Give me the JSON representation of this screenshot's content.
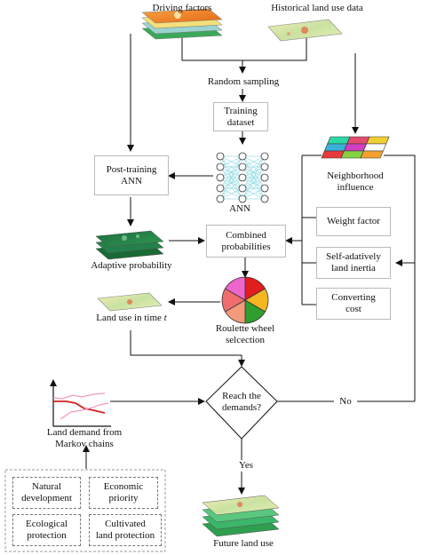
{
  "inputs": {
    "driving_factors": "Driving factors",
    "historical_land_use": "Historical land use data"
  },
  "process": {
    "random_sampling": "Random sampling",
    "training_dataset_line1": "Training",
    "training_dataset_line2": "dataset",
    "ann": "ANN",
    "post_training_line1": "Post-training",
    "post_training_line2": "ANN",
    "adaptive_probability": "Adaptive probability",
    "combined_line1": "Combined",
    "combined_line2": "probabilities",
    "neighborhood_line1": "Neighborhood",
    "neighborhood_line2": "influence",
    "weight_factor": "Weight factor",
    "inertia_line1": "Self-adatively",
    "inertia_line2": "land inertia",
    "converting_line1": "Converting",
    "converting_line2": "cost",
    "roulette_line1": "Roulette wheel",
    "roulette_line2": "selcection",
    "land_use_time": "Land use in time ",
    "land_use_time_var": "t",
    "decision_line1": "Reach the",
    "decision_line2": "demands?",
    "no_label": "No",
    "yes_label": "Yes",
    "future_land_use": "Future land use"
  },
  "demand": {
    "label_line1": "Land demand from",
    "label_line2": "Markov chains",
    "scenarios": [
      {
        "line1": "Natural",
        "line2": "development"
      },
      {
        "line1": "Economic",
        "line2": "priority"
      },
      {
        "line1": "Ecological",
        "line2": "protection"
      },
      {
        "line1": "Cultivated",
        "line2": "land protection"
      }
    ]
  },
  "colors": {
    "neighborhood_grid": [
      "#2bd9a5",
      "#e34b6f",
      "#f0d030",
      "#3bb0d8",
      "#d040c0",
      "#ffffff",
      "#e83a3a",
      "#86d040",
      "#f3a030"
    ],
    "roulette": [
      "#e11d1d",
      "#f5b623",
      "#2f9e2f",
      "#f29a7a",
      "#f06d6d",
      "#ee66cc"
    ]
  }
}
